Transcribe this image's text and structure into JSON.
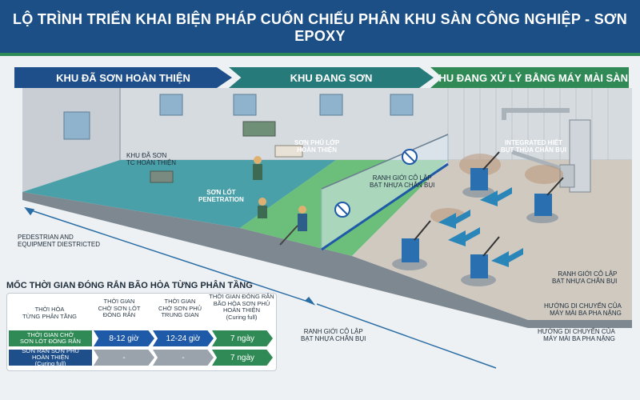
{
  "title": "LỘ TRÌNH TRIỂN KHAI BIỆN PHÁP CUỐN CHIẾU PHÂN KHU SÀN CÔNG NGHIỆP - SƠN EPOXY",
  "zones": [
    "KHU ĐÃ SƠN HOÀN THIỆN",
    "KHU ĐANG SƠN",
    "KHU ĐANG XỬ LÝ BẰNG MÁY MÀI SÀN"
  ],
  "labels": {
    "finished_area": "KHU ĐÃ SƠN\nTC HOÀN THIỆN",
    "primer": "SƠN LÓT\nPENETRATION",
    "topcoat": "SƠN PHỦ LỚP\nHOÀN THIỆN",
    "isolation_top": "RANH GIỚI CÔ LẬP\nBẠT NHỰA CHẮN BỤI",
    "dust_extractor": "INTEGRATED HIẾT\nBỤT THỦA CHẮN BỤI",
    "pedestrian": "PEDESTRIAN AND\nEQUIPMENT DIESTRICTED",
    "isolation_right": "RANH GIỚI CÔ LẬP\nBẠT NHỰA CHẮN BỤI",
    "grinder_dir_1": "HƯỚNG DI CHUYỂN CỦA\nMÁY MÀI BA PHA NẶNG",
    "isolation_bottom": "RANH GIỚI CÔ LẬP\nBẠT NHỰA CHẮN BỤI",
    "grinder_dir_2": "HƯỚNG DI CHUYỂN CỦA\nMÁY MÀI BA PHA NẶNG"
  },
  "timeline": {
    "title": "MỐC THỜI GIAN ĐÓNG RẮN BÃO HÒA TỪNG PHÂN TẦNG",
    "corner_header": "THỜI HÒA\nTỪNG PHÂN TẦNG",
    "columns": [
      "THỜI GIAN\nCHỜ SƠN LÓT\nĐÓNG RẮN",
      "THỜI GIAN\nCHỜ SƠN PHỦ\nTRUNG GIAN",
      "THỜI GIAN ĐÓNG RẮN\nBÃO HÒA SƠN PHỦ\nHOÀN THIỆN\n(Curing full)"
    ],
    "rows": [
      {
        "label": "THỜI GIAN CHỜ\nSƠN LÓT ĐÓNG RẮN",
        "values": [
          "8-12 giờ",
          "12-24 giờ",
          "7 ngày"
        ]
      },
      {
        "label": "SƠN RẮN SƠN PHỦ\nHOÀN THIỆN\n(Curing full)",
        "values": [
          "-",
          "-",
          "7 ngày"
        ]
      }
    ]
  },
  "colors": {
    "header_blue": "#1b4f86",
    "zone_green": "#2f8a55",
    "zone_teal": "#277a7a",
    "epoxy_teal": "#3f9aa6",
    "epoxy_green": "#5fb26e",
    "grinder_blue": "#2a6fb0",
    "gray_cell": "#9aa3ab"
  }
}
